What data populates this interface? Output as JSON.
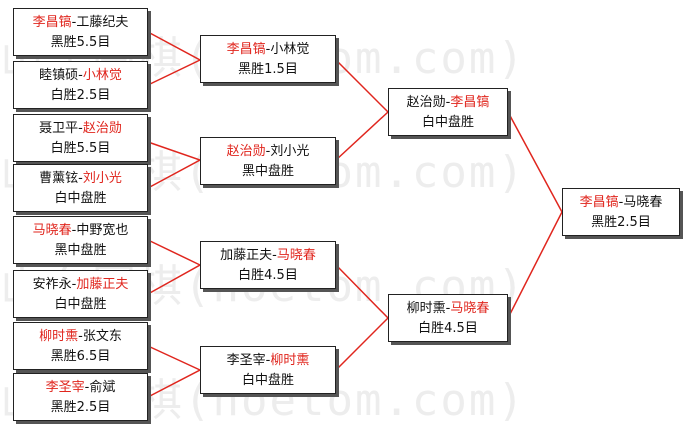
{
  "watermark": "山东围棋(hoetom.com)",
  "colors": {
    "winner": "#e0261e",
    "line": "#e0261e",
    "text": "#111111"
  },
  "round1": [
    {
      "p1": "李昌镐",
      "p2": "工藤纪夫",
      "winner": "p1",
      "result": "黑胜5.5目"
    },
    {
      "p1": "睦镇硕",
      "p2": "小林觉",
      "winner": "p2",
      "result": "白胜2.5目"
    },
    {
      "p1": "聂卫平",
      "p2": "赵治勋",
      "winner": "p2",
      "result": "白胜5.5目"
    },
    {
      "p1": "曹薰铉",
      "p2": "刘小光",
      "winner": "p2",
      "result": "白中盘胜"
    },
    {
      "p1": "马晓春",
      "p2": "中野宽也",
      "winner": "p1",
      "result": "黑中盘胜"
    },
    {
      "p1": "安祚永",
      "p2": "加藤正夫",
      "winner": "p2",
      "result": "白中盘胜"
    },
    {
      "p1": "柳时熏",
      "p2": "张文东",
      "winner": "p1",
      "result": "黑胜6.5目"
    },
    {
      "p1": "李圣宰",
      "p2": "俞斌",
      "winner": "p1",
      "result": "黑胜2.5目"
    }
  ],
  "round2": [
    {
      "p1": "李昌镐",
      "p2": "小林觉",
      "winner": "p1",
      "result": "黑胜1.5目"
    },
    {
      "p1": "赵治勋",
      "p2": "刘小光",
      "winner": "p1",
      "result": "黑中盘胜"
    },
    {
      "p1": "加藤正夫",
      "p2": "马晓春",
      "winner": "p2",
      "result": "白胜4.5目"
    },
    {
      "p1": "李圣宰",
      "p2": "柳时熏",
      "winner": "p2",
      "result": "白中盘胜"
    }
  ],
  "round3": [
    {
      "p1": "赵治勋",
      "p2": "李昌镐",
      "winner": "p2",
      "result": "白中盘胜"
    },
    {
      "p1": "柳时熏",
      "p2": "马晓春",
      "winner": "p2",
      "result": "白胜4.5目"
    }
  ],
  "final": [
    {
      "p1": "李昌镐",
      "p2": "马晓春",
      "winner": "p1",
      "result": "黑胜2.5目"
    }
  ]
}
